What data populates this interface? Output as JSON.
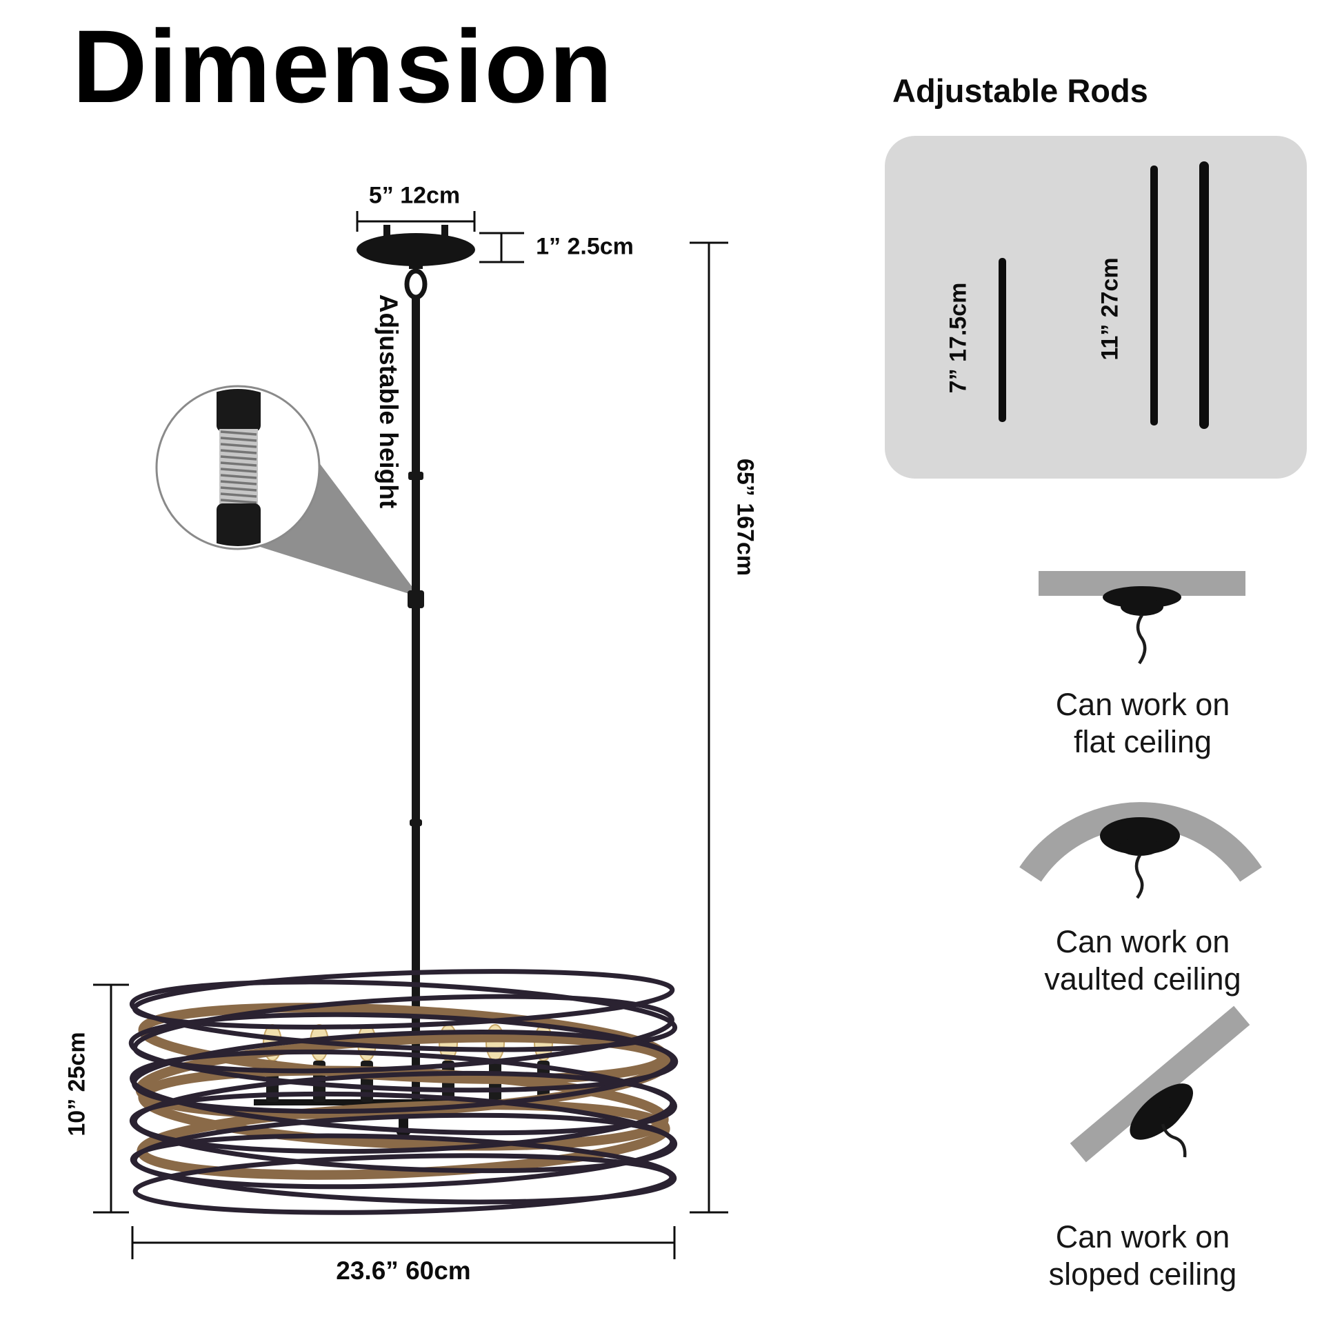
{
  "page": {
    "title": "Dimension"
  },
  "diagram": {
    "canopy_width": "5”  12cm",
    "canopy_height": "1”  2.5cm",
    "adjustable_height": "Adjustable height",
    "total_height": "65”  167cm",
    "shade_height": "10”  25cm",
    "shade_width": "23.6”  60cm"
  },
  "rods": {
    "title": "Adjustable Rods",
    "short_rod": "7”  17.5cm",
    "long_rod": "11”  27cm"
  },
  "ceilings": [
    {
      "line1": "Can work on",
      "line2": "flat ceiling"
    },
    {
      "line1": "Can work on",
      "line2": "vaulted ceiling"
    },
    {
      "line1": "Can work on",
      "line2": "sloped ceiling"
    }
  ],
  "colors": {
    "ink": "#0d0d0d",
    "metal_black": "#171717",
    "ring_black": "#2a2231",
    "wood_brown": "#8a6a48",
    "panel_gray": "#d8d8d8",
    "ceiling_gray": "#a3a3a3",
    "thread_silver": "#c6c6c6"
  }
}
